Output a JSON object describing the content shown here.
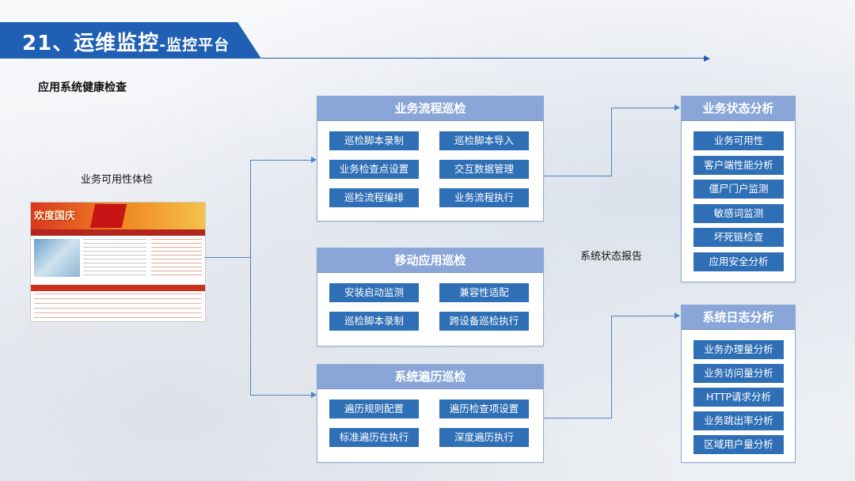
{
  "header": {
    "title_main": "21、运维监控",
    "title_sub": "-监控平台"
  },
  "section_heading": "应用系统健康检查",
  "left_label": "业务可用性体检",
  "thumbnail": {
    "logo_text": "欢度国庆"
  },
  "report_label": "系统状态报告",
  "panels": {
    "business_flow": {
      "title": "业务流程巡检",
      "items": [
        "巡检脚本录制",
        "巡检脚本导入",
        "业务检查点设置",
        "交互数据管理",
        "巡检流程编排",
        "业务流程执行"
      ]
    },
    "mobile": {
      "title": "移动应用巡检",
      "items": [
        "安装启动监测",
        "兼容性适配",
        "巡检脚本录制",
        "跨设备巡检执行"
      ]
    },
    "traversal": {
      "title": "系统遍历巡检",
      "items": [
        "遍历规则配置",
        "遍历检查项设置",
        "标准遍历在执行",
        "深度遍历执行"
      ]
    },
    "status_analysis": {
      "title": "业务状态分析",
      "items": [
        "业务可用性",
        "客户端性能分析",
        "僵尸门户监测",
        "敏感词监测",
        "坏死链检查",
        "应用安全分析"
      ]
    },
    "log_analysis": {
      "title": "系统日志分析",
      "items": [
        "业务办理量分析",
        "业务访问量分析",
        "HTTP请求分析",
        "业务跳出率分析",
        "区域用户量分析"
      ]
    }
  },
  "colors": {
    "banner": "#1f5fb4",
    "panel_header": "#8aa6d8",
    "button": "#2f6fb5",
    "connector": "#4a86c8"
  }
}
